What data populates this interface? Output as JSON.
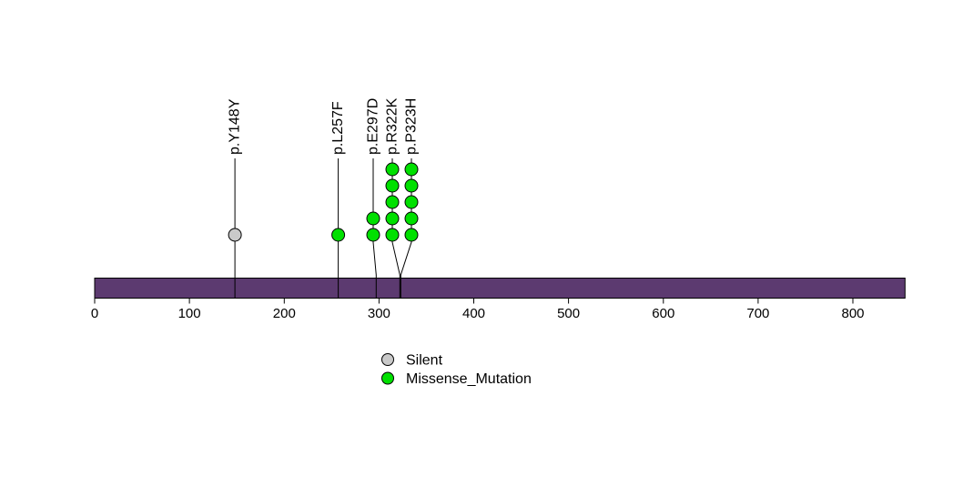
{
  "chart_data": {
    "type": "lollipop",
    "title": "",
    "protein_length": 855,
    "axis": {
      "xlim": [
        0,
        855
      ],
      "ticks": [
        0,
        100,
        200,
        300,
        400,
        500,
        600,
        700,
        800
      ],
      "tick_labels": [
        "0",
        "100",
        "200",
        "300",
        "400",
        "500",
        "600",
        "700",
        "800"
      ]
    },
    "mutations": [
      {
        "label": "p.Y148Y",
        "position": 148,
        "count": 1,
        "type": "Silent"
      },
      {
        "label": "p.L257F",
        "position": 257,
        "count": 1,
        "type": "Missense_Mutation"
      },
      {
        "label": "p.E297D",
        "position": 297,
        "count": 2,
        "type": "Missense_Mutation"
      },
      {
        "label": "p.R322K",
        "position": 322,
        "count": 5,
        "type": "Missense_Mutation"
      },
      {
        "label": "p.P323H",
        "position": 323,
        "count": 5,
        "type": "Missense_Mutation"
      }
    ],
    "legend": [
      {
        "label": "Silent",
        "color": "#c9c9c9"
      },
      {
        "label": "Missense_Mutation",
        "color": "#00e000"
      }
    ],
    "legend_position": "bottom-center",
    "grid": false,
    "colors": {
      "protein_bar": "#5c3a70",
      "stroke": "#000000",
      "background": "#ffffff"
    }
  }
}
